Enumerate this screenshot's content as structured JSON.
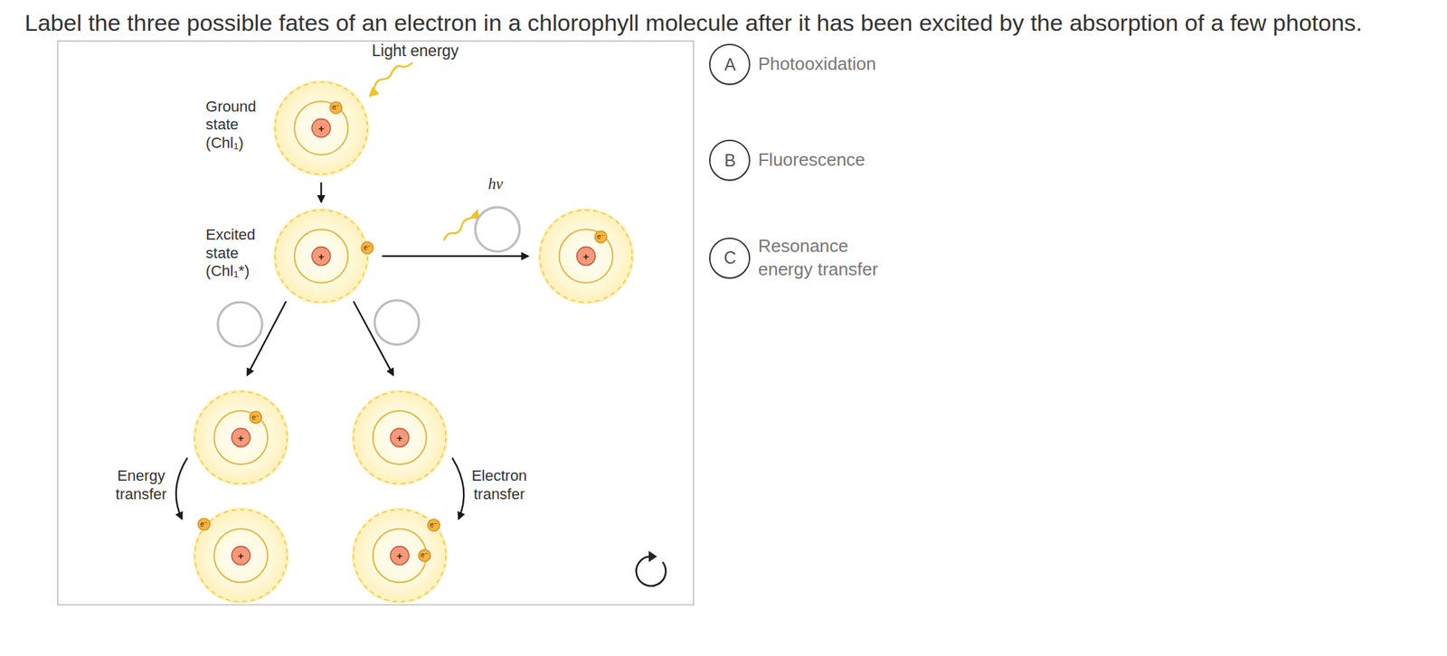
{
  "diagram": {
    "title": "Label the three possible fates of an electron in a chlorophyll molecule after it has been excited by the absorption of a few photons.",
    "nodes": [
      {
        "text": [
          "A",
          "Photooxidation"
        ]
      },
      {
        "text": [
          "B",
          "Fluorescence"
        ]
      },
      {
        "text": [
          "C",
          "Resonance energy transfer"
        ]
      }
    ],
    "labels": [
      "Light energy",
      "Ground state (Chl₁)",
      "e⁻",
      "+",
      "Excited state (Chl₁*)",
      "+",
      "e⁻",
      "hν",
      "e⁻",
      "+",
      "e⁻",
      "+",
      "+",
      "Energy transfer",
      "e⁻",
      "+",
      "Electron transfer",
      "e⁻",
      "+",
      "e⁻"
    ]
  }
}
